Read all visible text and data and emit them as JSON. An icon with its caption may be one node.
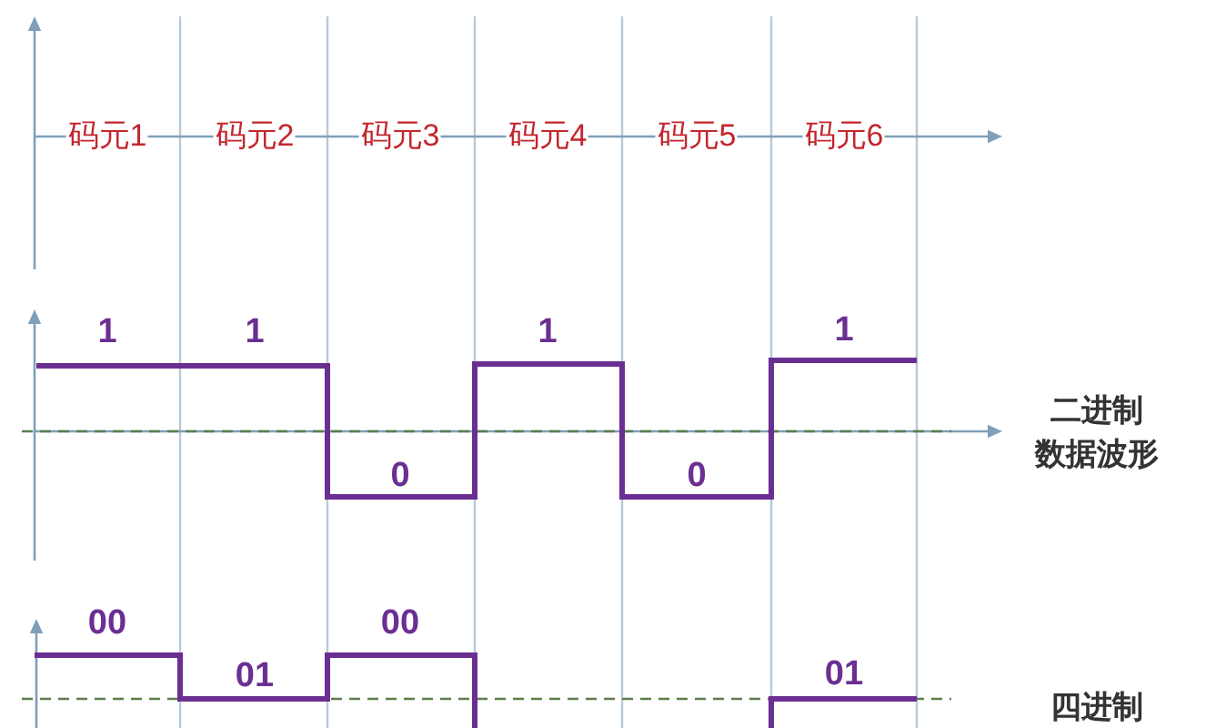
{
  "diagram": {
    "labels": [
      "码元1",
      "码元2",
      "码元3",
      "码元4",
      "码元5",
      "码元6",
      "1",
      "1",
      "0",
      "1",
      "0",
      "1",
      "二进制数据波形",
      "00",
      "01",
      "00",
      "01",
      "四进制"
    ]
  }
}
